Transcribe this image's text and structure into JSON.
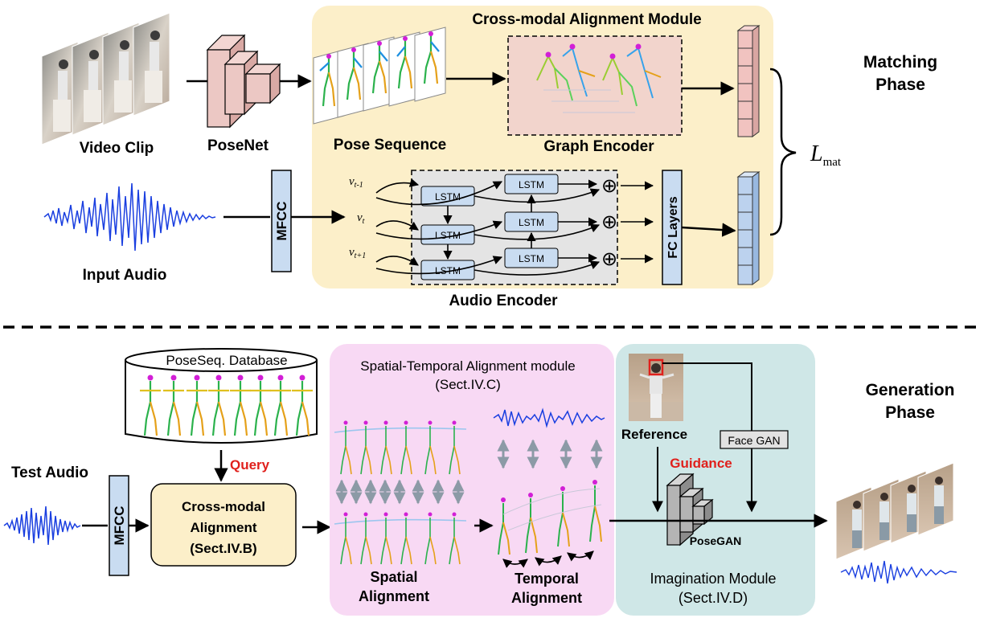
{
  "matching": {
    "phase_title_1": "Matching",
    "phase_title_2": "Phase",
    "module_title": "Cross-modal Alignment Module",
    "video_clip": "Video Clip",
    "posenet": "PoseNet",
    "pose_sequence": "Pose Sequence",
    "graph_encoder": "Graph Encoder",
    "input_audio": "Input Audio",
    "mfcc": "MFCC",
    "v_prev": "v",
    "v_prev_sub": "t-1",
    "v_cur": "v",
    "v_cur_sub": "t",
    "v_next": "v",
    "v_next_sub": "t+1",
    "lstm": "LSTM",
    "plus": "⊕",
    "fc_layers": "FC Layers",
    "audio_encoder": "Audio Encoder",
    "loss_main": "L",
    "loss_sub": "mat"
  },
  "generation": {
    "phase_title_1": "Generation",
    "phase_title_2": "Phase",
    "database": "PoseSeq. Database",
    "query": "Query",
    "test_audio": "Test Audio",
    "mfcc": "MFCC",
    "cma_line1": "Cross-modal",
    "cma_line2": "Alignment",
    "cma_line3": "(Sect.IV.B)",
    "sta_title_1": "Spatial-Temporal Alignment module",
    "sta_title_2": "(Sect.IV.C)",
    "spatial_1": "Spatial",
    "spatial_2": "Alignment",
    "temporal_1": "Temporal",
    "temporal_2": "Alignment",
    "reference": "Reference",
    "guidance": "Guidance",
    "face_gan": "Face GAN",
    "posegan": "PoseGAN",
    "imagination_1": "Imagination Module",
    "imagination_2": "(Sect.IV.D)"
  },
  "colors": {
    "module_fill": "#fcefc9",
    "lstm_fill": "#c9dcf1",
    "audio_enc_fill": "#e4e4e4",
    "sta_fill": "#f8d9f4",
    "imag_fill": "#cfe7e7",
    "cma_fill": "#fcefc9",
    "waveform": "#1a3fe0",
    "posenet_fill": "#ecc8c4",
    "feature_pink": "#f1c3c0",
    "feature_blue": "#bcd2ee",
    "accent_red": "#e0201c"
  }
}
